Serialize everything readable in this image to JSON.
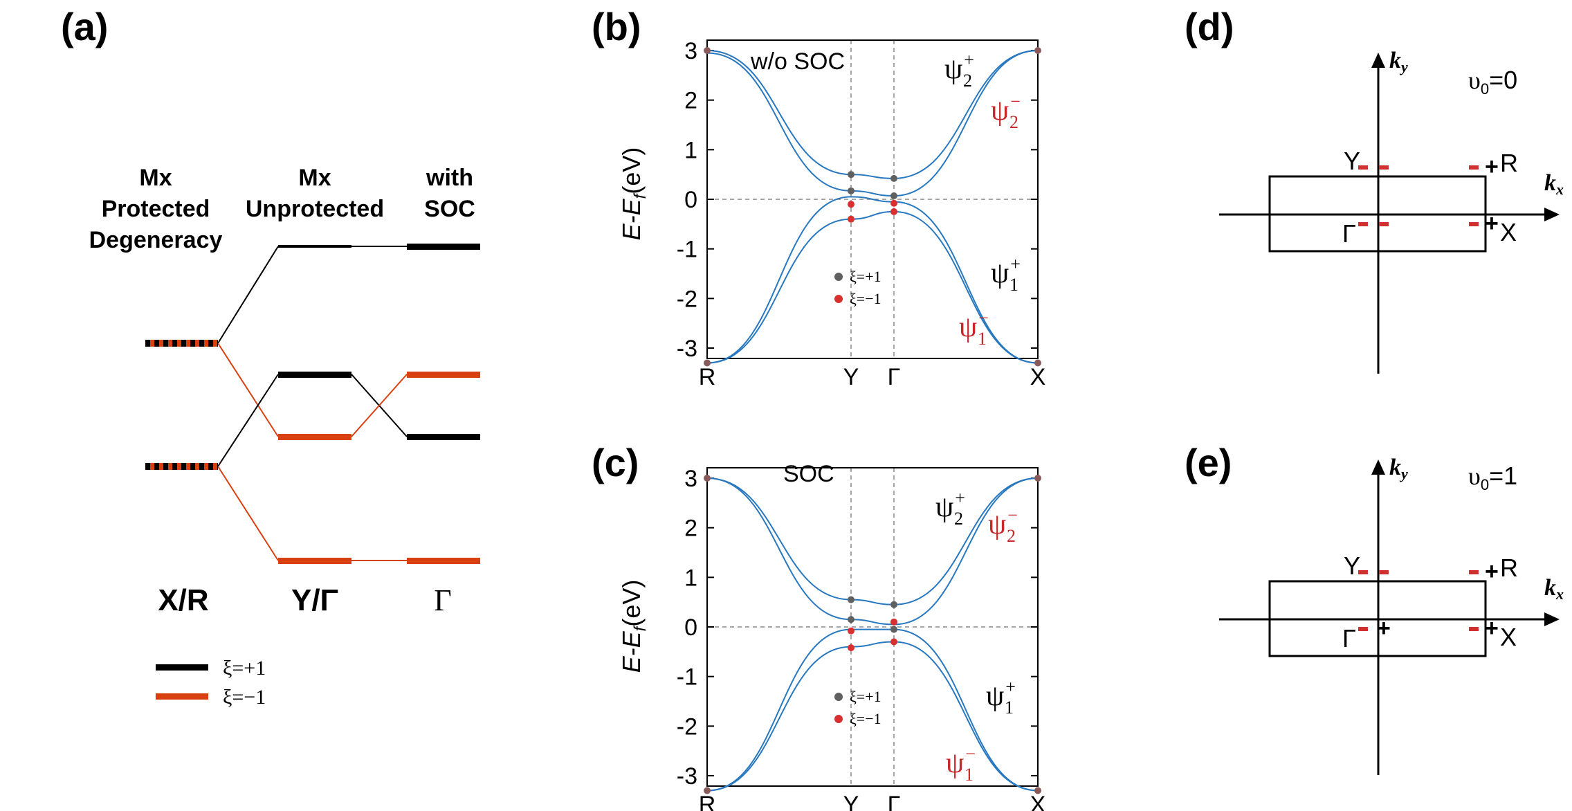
{
  "panel_a": {
    "label": "(a)",
    "col_left": [
      "Mx",
      "Protected",
      "Degeneracy"
    ],
    "col_mid": [
      "Mx",
      "Unprotected"
    ],
    "col_right": [
      "with",
      "SOC"
    ],
    "bottom_left": "X/R",
    "bottom_mid": "Y/Γ",
    "bottom_right": "Γ",
    "legend": [
      {
        "label": "ξ=+1",
        "color": "#000000"
      },
      {
        "label": "ξ=−1",
        "color": "#d94010"
      }
    ]
  },
  "panel_b": {
    "label": "(b)",
    "annotation": "w/o SOC",
    "ylabel_main": "E-E",
    "ylabel_sub": "f",
    "ylabel_unit": "(eV)",
    "yticks": [
      "3",
      "2",
      "1",
      "0",
      "-1",
      "-2",
      "-3"
    ],
    "xticks": [
      "R",
      "Y",
      "Γ",
      "X"
    ],
    "bands": [
      {
        "sym": "ψ",
        "sub": "2",
        "sup": "+",
        "color": "#000000"
      },
      {
        "sym": "ψ",
        "sub": "2",
        "sup": "−",
        "color": "#c8282a"
      },
      {
        "sym": "ψ",
        "sub": "1",
        "sup": "+",
        "color": "#000000"
      },
      {
        "sym": "ψ",
        "sub": "1",
        "sup": "−",
        "color": "#c8282a"
      }
    ],
    "legend": [
      {
        "label": "ξ=+1",
        "color": "#606060"
      },
      {
        "label": "ξ=−1",
        "color": "#d83030"
      }
    ]
  },
  "panel_c": {
    "label": "(c)",
    "annotation": "SOC",
    "ylabel_main": "E-E",
    "ylabel_sub": "f",
    "ylabel_unit": "(eV)",
    "yticks": [
      "3",
      "2",
      "1",
      "0",
      "-1",
      "-2",
      "-3"
    ],
    "xticks": [
      "R",
      "Y",
      "Γ",
      "X"
    ],
    "bands": [
      {
        "sym": "ψ",
        "sub": "2",
        "sup": "+",
        "color": "#000000"
      },
      {
        "sym": "ψ",
        "sub": "2",
        "sup": "−",
        "color": "#c8282a"
      },
      {
        "sym": "ψ",
        "sub": "1",
        "sup": "+",
        "color": "#000000"
      },
      {
        "sym": "ψ",
        "sub": "1",
        "sup": "−",
        "color": "#c8282a"
      }
    ],
    "legend": [
      {
        "label": "ξ=+1",
        "color": "#606060"
      },
      {
        "label": "ξ=−1",
        "color": "#d83030"
      }
    ]
  },
  "panel_d": {
    "label": "(d)",
    "invariant_sym": "υ",
    "invariant_sub": "0",
    "invariant_val": "=0",
    "kx": "k",
    "kx_sub": "x",
    "ky": "k",
    "ky_sub": "y",
    "points": {
      "Y": "Y",
      "R": "R",
      "G": "Γ",
      "X": "X"
    }
  },
  "panel_e": {
    "label": "(e)",
    "invariant_sym": "υ",
    "invariant_sub": "0",
    "invariant_val": "=1",
    "kx": "k",
    "kx_sub": "x",
    "ky": "k",
    "ky_sub": "y",
    "points": {
      "Y": "Y",
      "R": "R",
      "G": "Γ",
      "X": "X"
    }
  },
  "colors": {
    "black_level": "#000000",
    "orange_level": "#d94010",
    "band_blue": "#2878c0",
    "dot_grey": "#606060",
    "dot_red": "#d83030",
    "psi_red": "#c8282a",
    "parity_red": "#d03030"
  }
}
